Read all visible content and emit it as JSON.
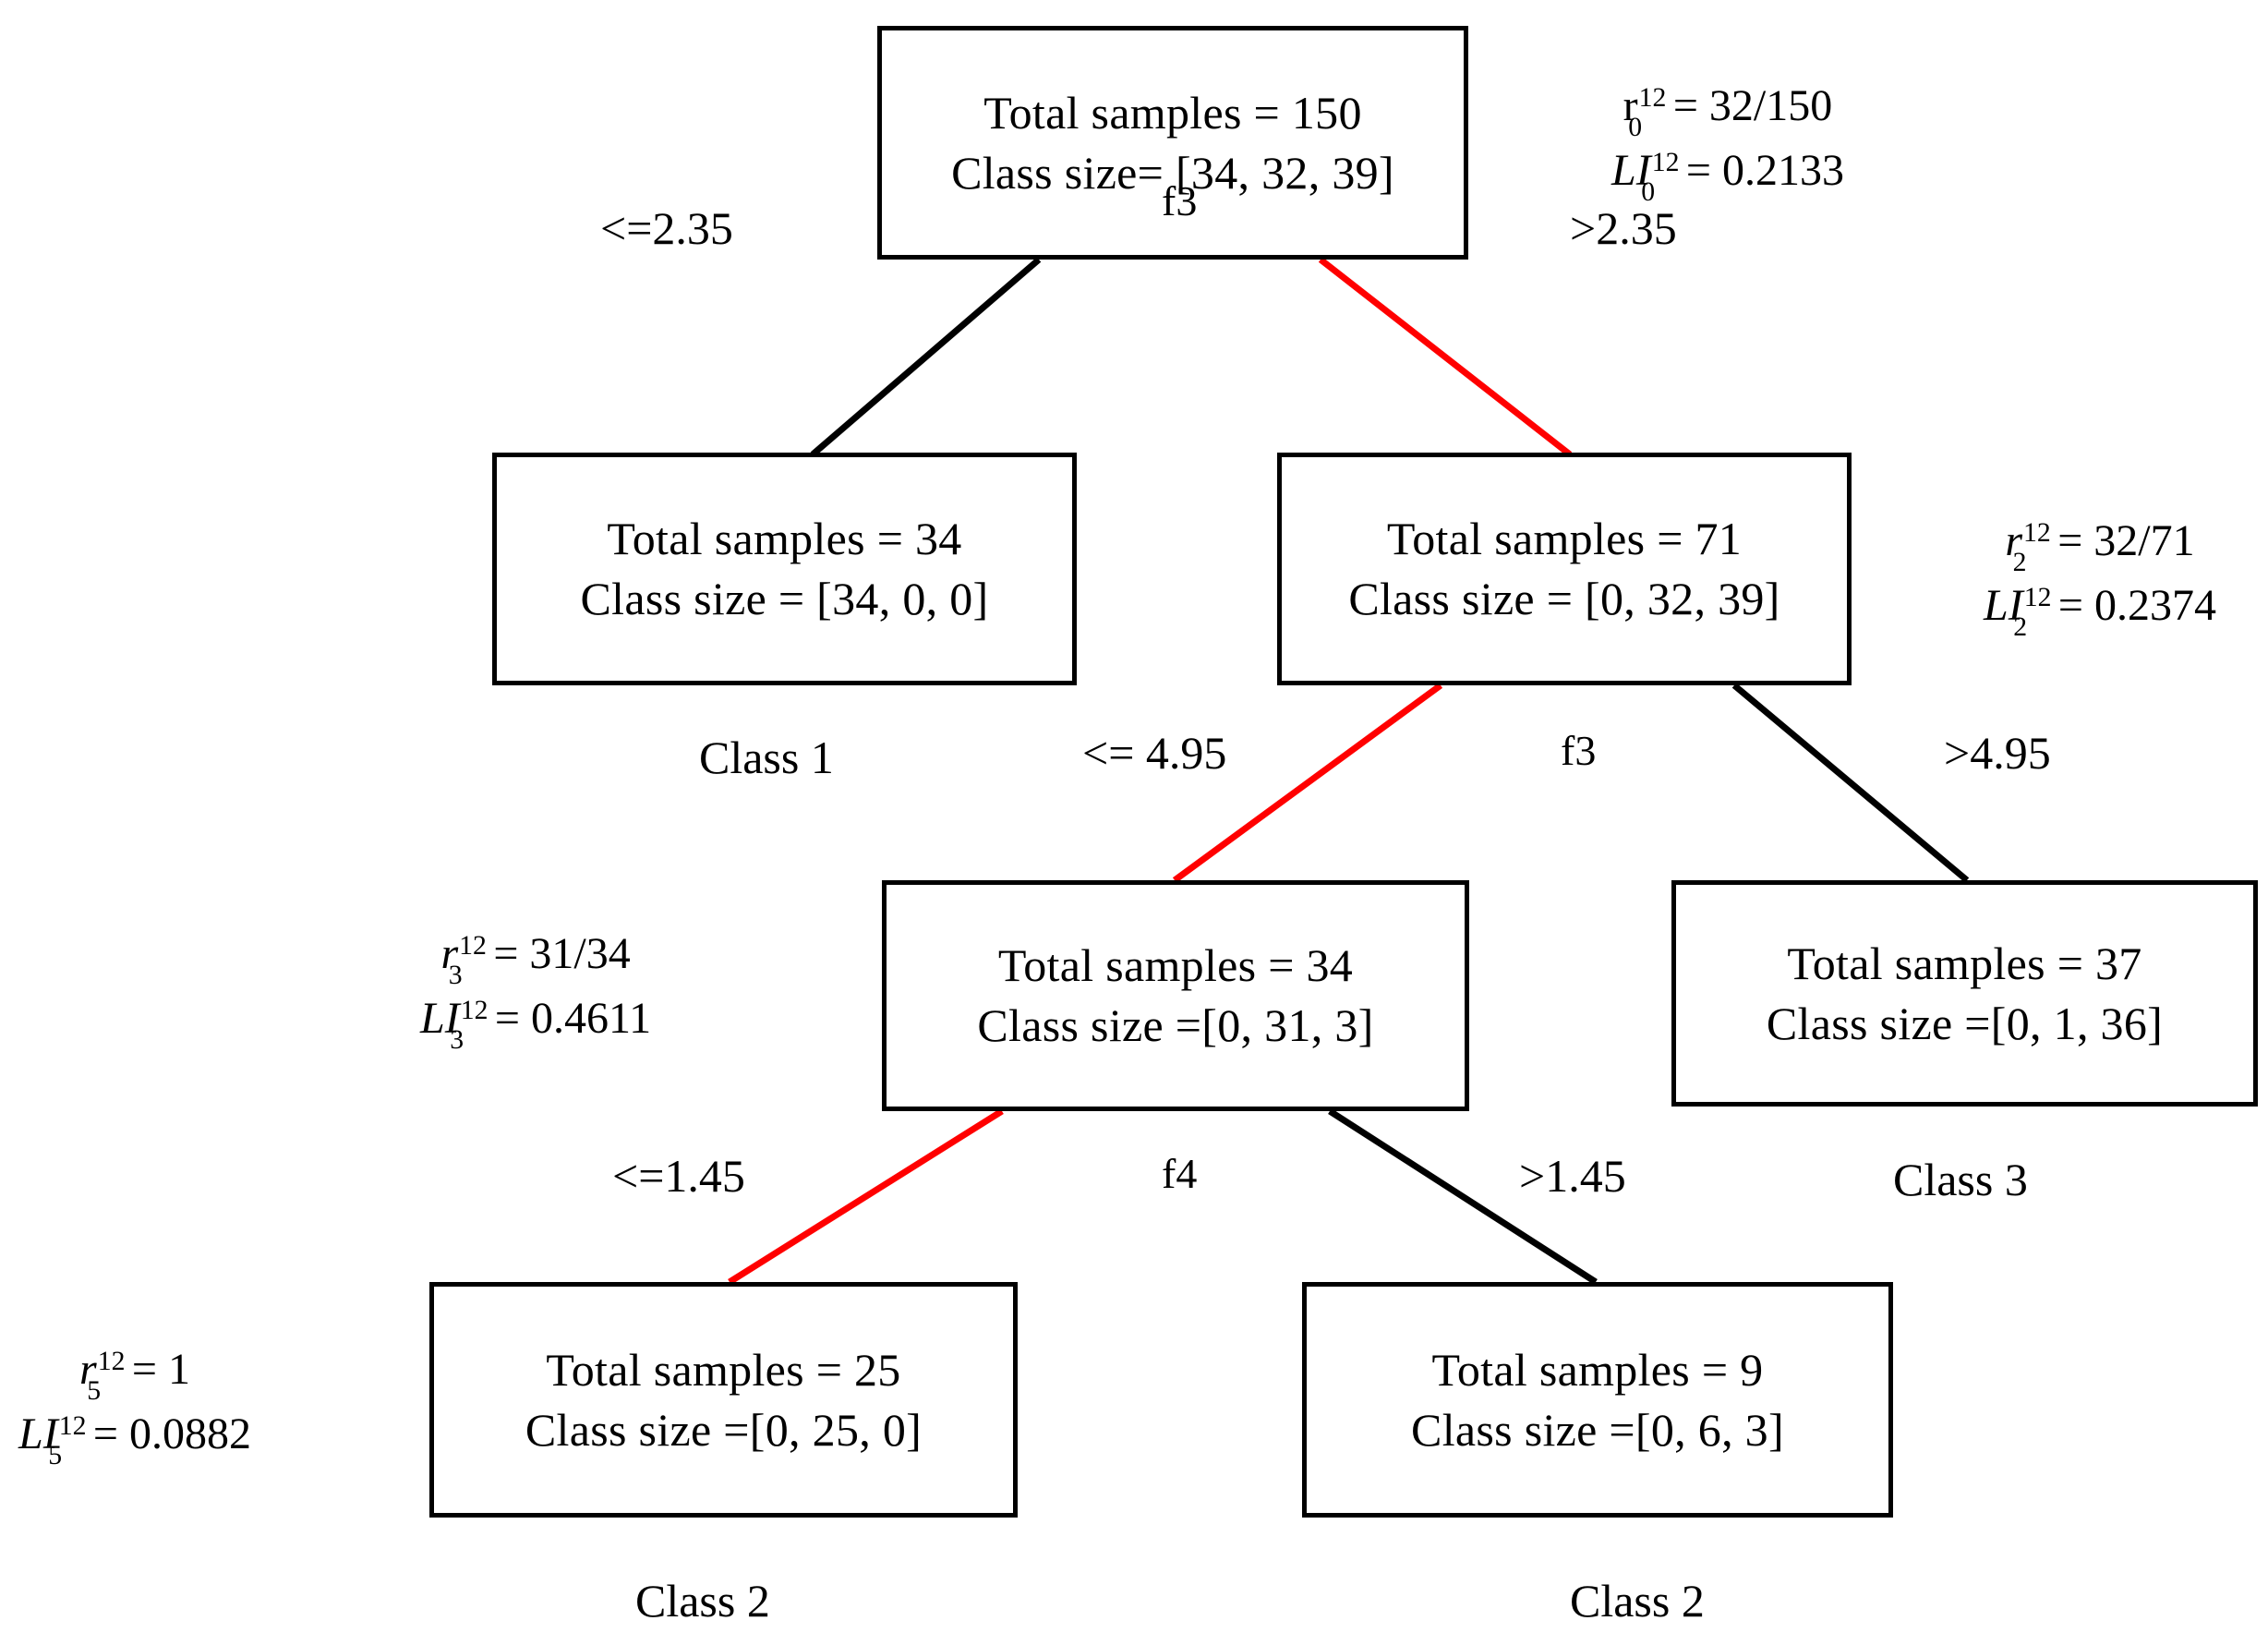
{
  "tree": {
    "nodes": [
      {
        "id": "root",
        "total_label": "Total samples = 150",
        "class_label": "Class size= [34, 32, 39]",
        "total": 150,
        "class_sizes": [
          34,
          32,
          39
        ]
      },
      {
        "id": "n1",
        "total_label": "Total samples = 34",
        "class_label": "Class size = [34, 0, 0]",
        "total": 34,
        "class_sizes": [
          34,
          0,
          0
        ]
      },
      {
        "id": "n2",
        "total_label": "Total samples = 71",
        "class_label": "Class size = [0, 32, 39]",
        "total": 71,
        "class_sizes": [
          0,
          32,
          39
        ]
      },
      {
        "id": "n3",
        "total_label": "Total samples = 34",
        "class_label": "Class size =[0, 31, 3]",
        "total": 34,
        "class_sizes": [
          0,
          31,
          3
        ]
      },
      {
        "id": "n4",
        "total_label": "Total samples = 37",
        "class_label": "Class size =[0, 1, 36]",
        "total": 37,
        "class_sizes": [
          0,
          1,
          36
        ]
      },
      {
        "id": "n5",
        "total_label": "Total samples = 25",
        "class_label": "Class size =[0, 25, 0]",
        "total": 25,
        "class_sizes": [
          0,
          25,
          0
        ]
      },
      {
        "id": "n6",
        "total_label": "Total samples = 9",
        "class_label": "Class size =[0, 6, 3]",
        "total": 9,
        "class_sizes": [
          0,
          6,
          3
        ]
      }
    ],
    "splits": [
      {
        "id": "split-root",
        "feature": "f3",
        "left_condition": "<=2.35",
        "right_condition": ">2.35"
      },
      {
        "id": "split-n2",
        "feature": "f3",
        "left_condition": "<= 4.95",
        "right_condition": ">4.95"
      },
      {
        "id": "split-n3",
        "feature": "f4",
        "left_condition": "<=1.45",
        "right_condition": ">1.45"
      }
    ],
    "leaf_classes": [
      {
        "id": "leaf-class-1",
        "label": "Class 1"
      },
      {
        "id": "leaf-class-3",
        "label": "Class 3"
      },
      {
        "id": "leaf-class-2-left",
        "label": "Class 2"
      },
      {
        "id": "leaf-class-2-right",
        "label": "Class 2"
      }
    ],
    "annotations": [
      {
        "id": "annot-root",
        "r_symbol": "r",
        "r_sup": "12",
        "r_sub": "0",
        "r_value": "32/150",
        "r_italic": false,
        "li_symbol": "LI",
        "li_sup": "12",
        "li_sub": "0",
        "li_value": "0.2133"
      },
      {
        "id": "annot-n2",
        "r_symbol": "r",
        "r_sup": "12",
        "r_sub": "2",
        "r_value": "32/71",
        "r_italic": true,
        "li_symbol": "LI",
        "li_sup": "12",
        "li_sub": "2",
        "li_value": "0.2374"
      },
      {
        "id": "annot-n3",
        "r_symbol": "r",
        "r_sup": "12",
        "r_sub": "3",
        "r_value": "31/34",
        "r_italic": true,
        "li_symbol": "LI",
        "li_sup": "12",
        "li_sub": "3",
        "li_value": "0.4611"
      },
      {
        "id": "annot-n5",
        "r_symbol": "r",
        "r_sup": "12",
        "r_sub": "5",
        "r_value": "1",
        "r_italic": true,
        "li_symbol": "LI",
        "li_sup": "12",
        "li_sub": "5",
        "li_value": "0.0882"
      }
    ],
    "colors": {
      "edge_default": "#000000",
      "edge_highlight": "#FF0000",
      "node_border": "#000000",
      "background": "#FFFFFF",
      "text": "#000000"
    }
  }
}
